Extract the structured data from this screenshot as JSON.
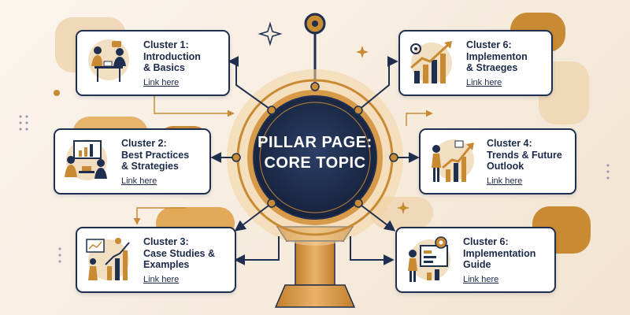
{
  "hub": {
    "title": "PILLAR PAGE:\nCORE TOPIC"
  },
  "clusters": [
    {
      "title": "Cluster 1:\nIntroduction\n& Basics",
      "link": "Link here"
    },
    {
      "title": "Cluster 2:\nBest Practices\n& Strategies",
      "link": "Link here"
    },
    {
      "title": "Cluster 3:\nCase Studies &\nExamples",
      "link": "Link here"
    },
    {
      "title": "Cluster 6:\nImplementon\n& Straeges",
      "link": "Link here"
    },
    {
      "title": "Cluster 4:\nTrends & Future\nOutlook",
      "link": "Link here"
    },
    {
      "title": "Cluster 6:\nImplementation\nGuide",
      "link": "Link here"
    }
  ],
  "colors": {
    "navy": "#1f2f4f",
    "gold": "#c98a34",
    "cream": "#fbf5ee"
  },
  "icons": [
    "meeting-icon",
    "presentation-icon",
    "chart-icon",
    "growth-chart-icon",
    "trend-arrow-icon",
    "gear-screen-icon"
  ]
}
